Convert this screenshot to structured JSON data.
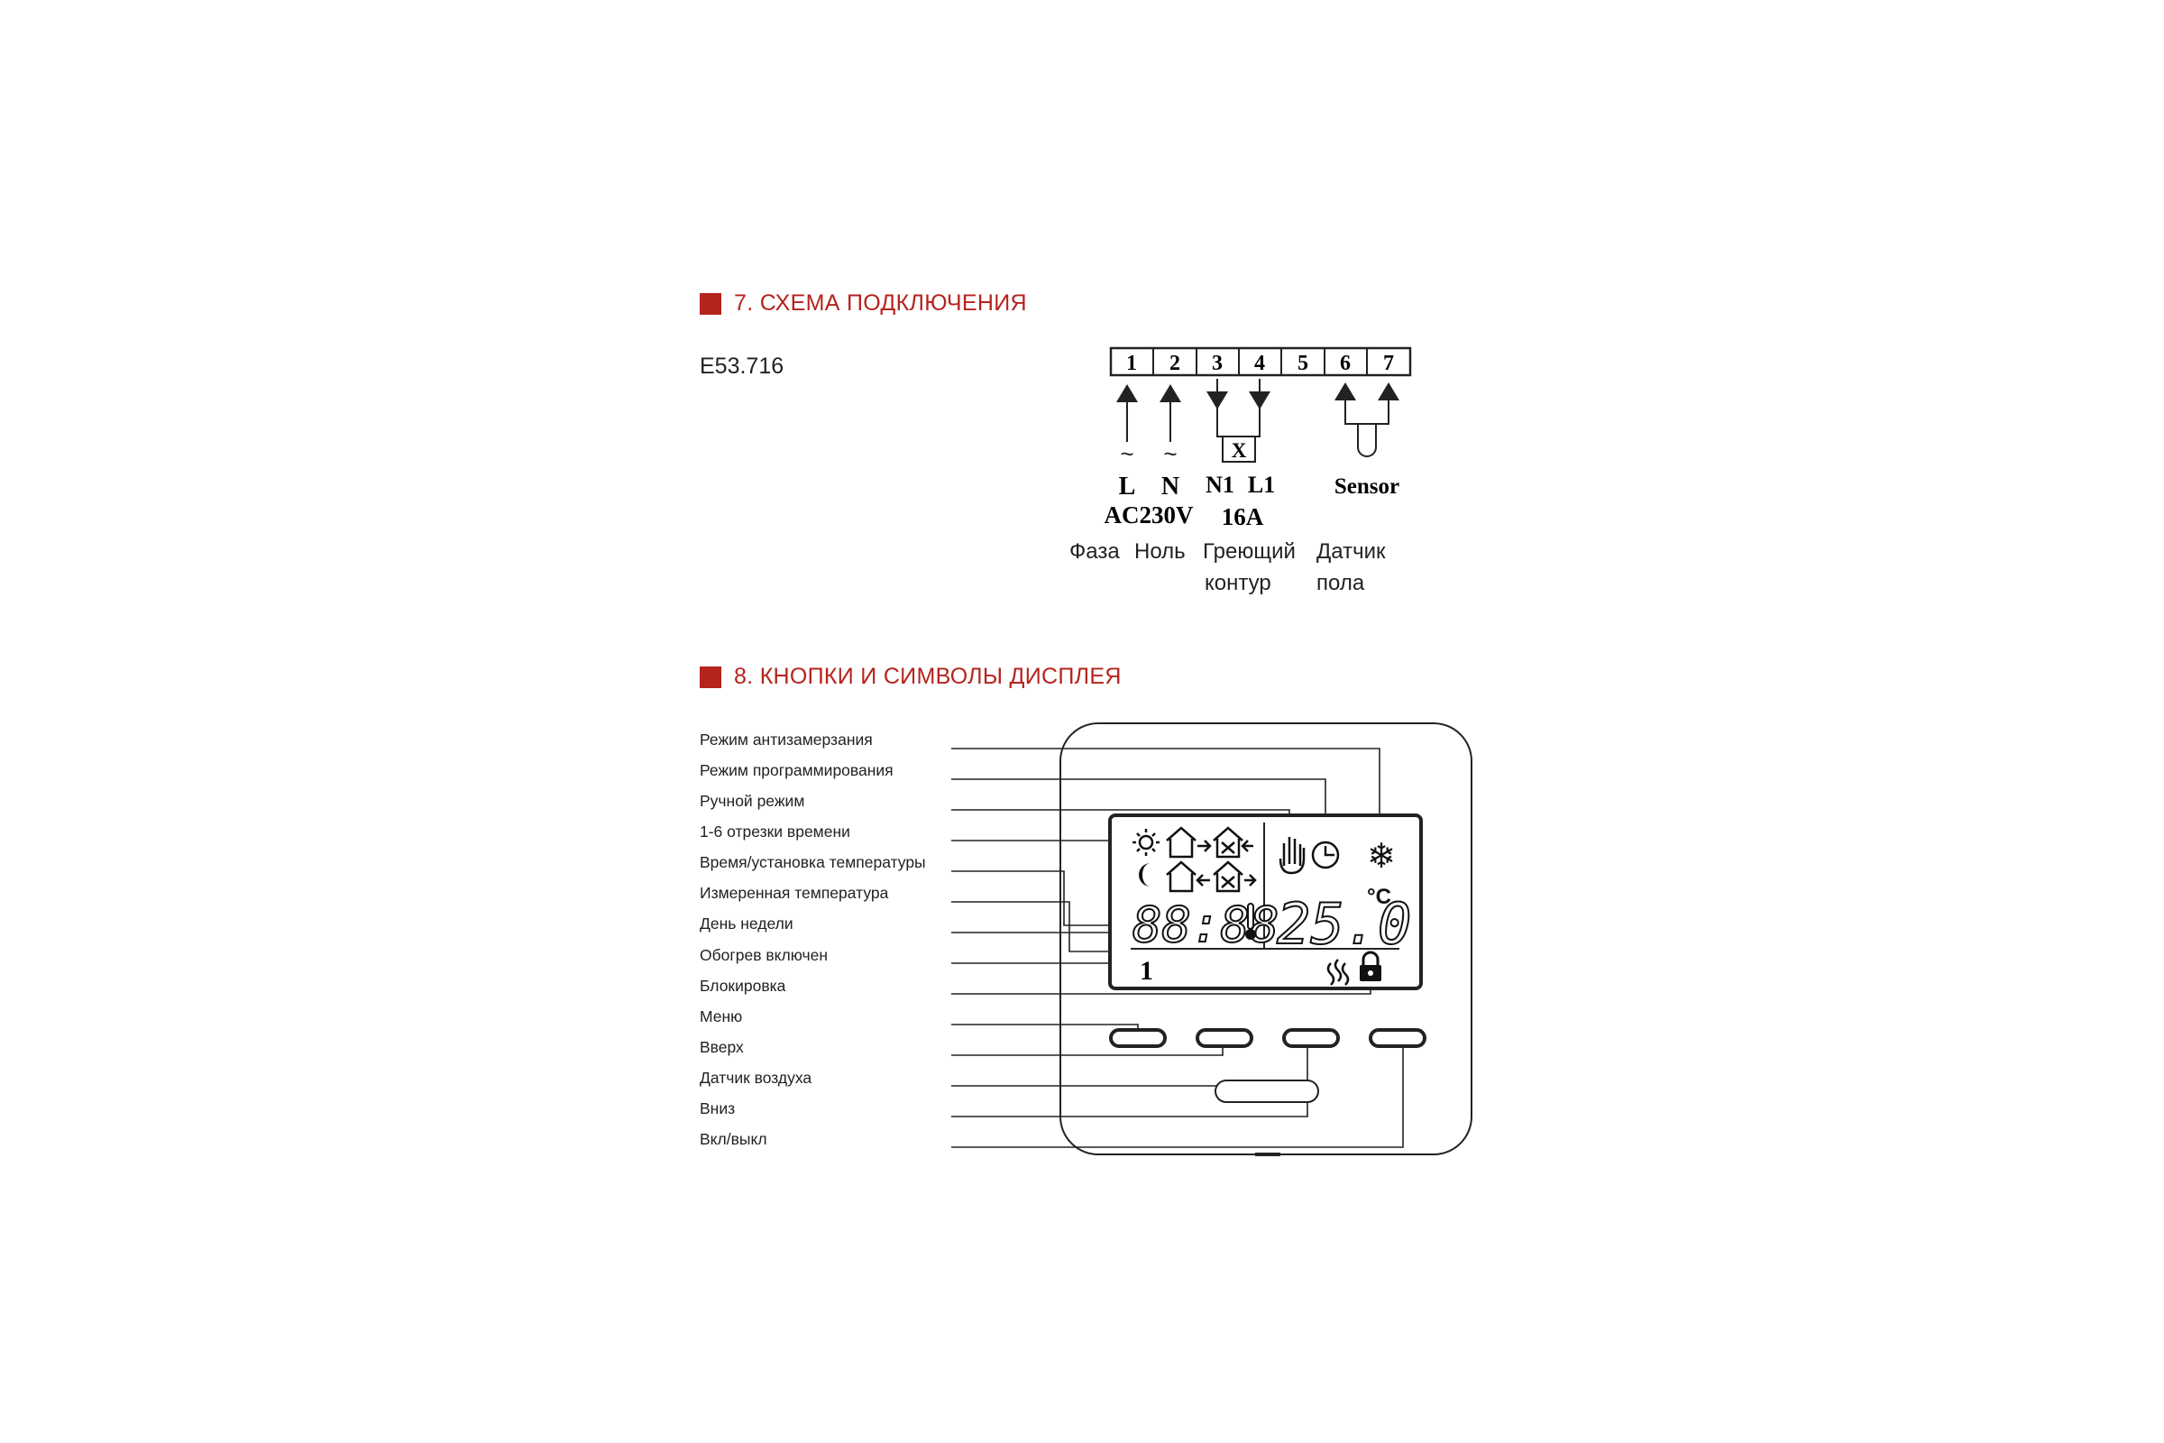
{
  "colors": {
    "accent": "#b5231d",
    "line": "#222222"
  },
  "sections": [
    {
      "title": "7. СХЕМА ПОДКЛЮЧЕНИЯ"
    },
    {
      "title": "8. КНОПКИ И СИМВОЛЫ ДИСПЛЕЯ"
    }
  ],
  "model": "E53.716",
  "wiring": {
    "terminals": [
      "1",
      "2",
      "3",
      "4",
      "5",
      "6",
      "7"
    ],
    "tilde": "~",
    "load_symbol": "X",
    "letters": {
      "l": "L",
      "n": "N",
      "n1": "N1",
      "l1": "L1",
      "sensor": "Sensor"
    },
    "voltage": "AC230V",
    "current": "16A",
    "captions": {
      "phase": "Фаза",
      "neutral": "Ноль",
      "heating_1": "Греющий",
      "heating_2": "контур",
      "sensor_1": "Датчик",
      "sensor_2": "пола"
    }
  },
  "display_labels": [
    "Режим антизамерзания",
    "Режим программирования",
    "Ручной режим",
    "1-6 отрезки времени",
    "Время/установка температуры",
    "Измеренная температура",
    "День недели",
    "Обогрев включен",
    "Блокировка",
    "Меню",
    "Вверх",
    "Датчик воздуха",
    "Вниз",
    "Вкл/выкл"
  ],
  "lcd": {
    "time": "88:88",
    "temperature": "25.0",
    "unit": "°C",
    "day": "1",
    "snowflake": "❄"
  },
  "icons": [
    "sun-icon",
    "moon-icon",
    "house-out-icon",
    "house-in-icon",
    "work-out-icon",
    "work-in-icon",
    "hand-icon",
    "clock-icon",
    "snowflake-icon",
    "thermometer-icon",
    "heating-icon",
    "lock-icon"
  ]
}
